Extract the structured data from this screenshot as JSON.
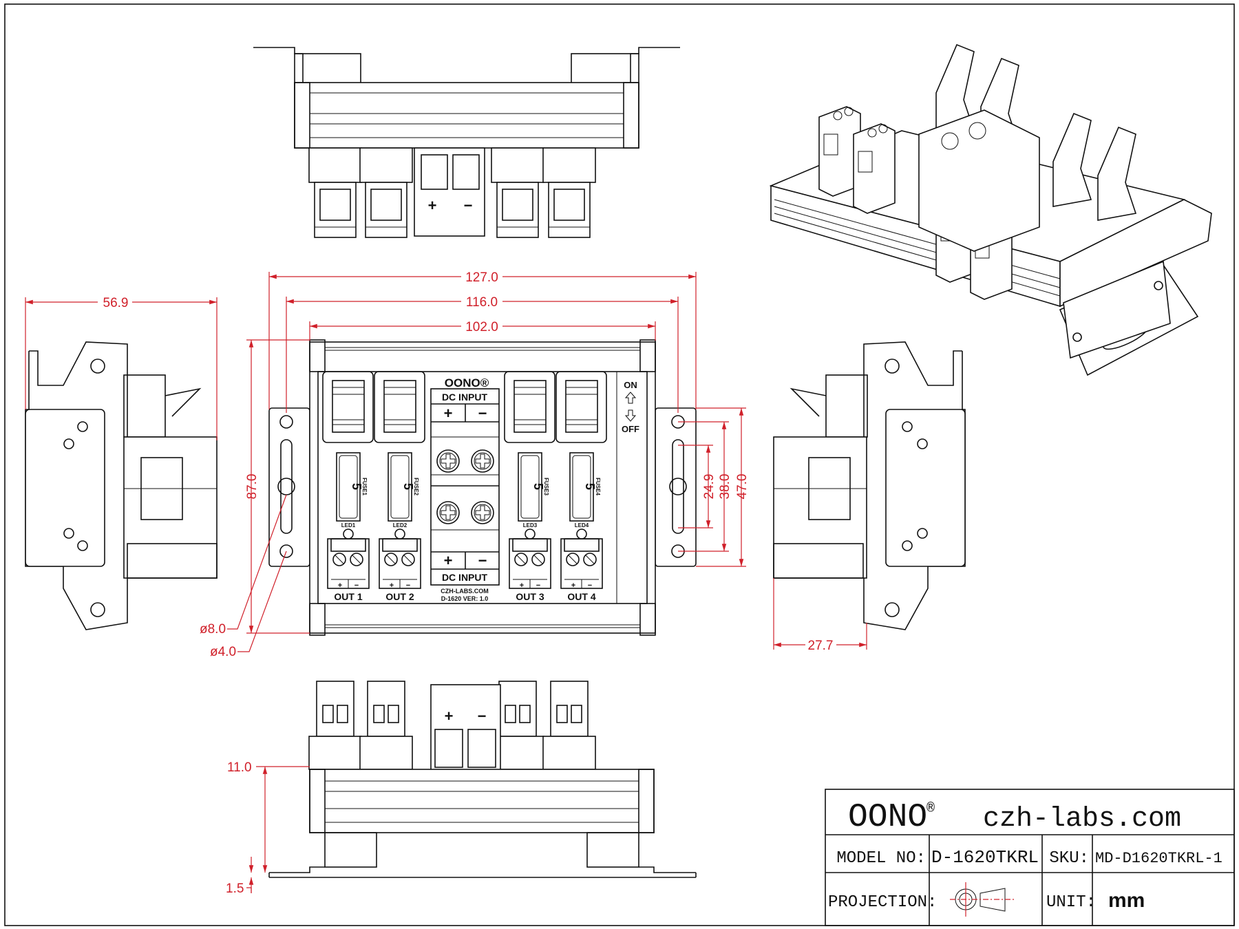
{
  "brand_mark": "OONO®",
  "front_view": {
    "brand": "OONO®",
    "dc_input_label": "DC INPUT",
    "plus": "+",
    "minus": "−",
    "switch_on": "ON",
    "switch_off": "OFF",
    "website": "CZH-LABS.COM",
    "version": "D-1620  VER: 1.0",
    "channels": [
      {
        "out": "OUT 1",
        "fuse": "FUSE1",
        "led": "LED1",
        "rating": "5"
      },
      {
        "out": "OUT 2",
        "fuse": "FUSE2",
        "led": "LED2",
        "rating": "5"
      },
      {
        "out": "OUT 3",
        "fuse": "FUSE3",
        "led": "LED3",
        "rating": "5"
      },
      {
        "out": "OUT 4",
        "fuse": "FUSE4",
        "led": "LED4",
        "rating": "5"
      }
    ]
  },
  "dimensions": {
    "overall_length": "127.0",
    "mount_length": "116.0",
    "body_length": "102.0",
    "height": "56.9",
    "width": "87.0",
    "slot_length": "24.9",
    "hole_spacing": "38.0",
    "bracket_width": "47.0",
    "hole_large": "ø8.0",
    "hole_small": "ø4.0",
    "side_depth": "27.7",
    "rail_height": "11.0",
    "bracket_thickness": "1.5"
  },
  "title_block": {
    "brand": "OONO",
    "registered": "®",
    "website": "czh-labs.com",
    "model_label": "MODEL NO:",
    "model_value": "D-1620TKRL",
    "sku_label": "SKU:",
    "sku_value": "MD-D1620TKRL-1",
    "projection_label": "PROJECTION:",
    "unit_label": "UNIT:",
    "unit_value": "mm"
  },
  "colors": {
    "dimension": "#d0202a",
    "line": "#111111"
  }
}
